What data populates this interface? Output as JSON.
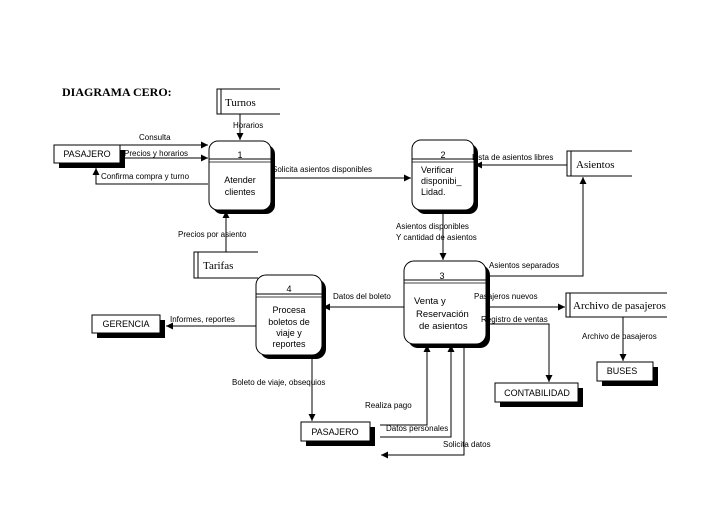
{
  "title": "DIAGRAMA CERO:",
  "processes": {
    "p1": {
      "number": "1",
      "label": [
        "Atender",
        "clientes"
      ]
    },
    "p2": {
      "number": "2",
      "label": [
        "Verificar",
        "disponibi_",
        "Lidad."
      ]
    },
    "p3": {
      "number": "3",
      "label": [
        "Venta y",
        "Reservación",
        "de asientos"
      ]
    },
    "p4": {
      "number": "4",
      "label": [
        "Procesa",
        "boletos de",
        "viaje y",
        "reportes"
      ]
    }
  },
  "entities": {
    "pasajero_top": "PASAJERO",
    "gerencia": "GERENCIA",
    "contabilidad": "CONTABILIDAD",
    "buses": "BUSES",
    "pasajero_bottom": "PASAJERO"
  },
  "stores": {
    "turnos": "Turnos",
    "tarifas": "Tarifas",
    "asientos": "Asientos",
    "archivo": "Archivo de pasajeros"
  },
  "flows": {
    "horarios": "Horarios",
    "consulta": "Consulta",
    "precios_horarios": "Precios y horarios",
    "confirma": "Confirma compra y turno",
    "solicita_asientos": "Solicita asientos disponibles",
    "lista_asientos": "Lista de asientos libres",
    "precios_asiento": "Precios por asiento",
    "asientos_disp_1": "Asientos disponibles",
    "asientos_disp_2": "Y cantidad de asientos",
    "asientos_separados": "Asientos separados",
    "datos_boleto": "Datos del boleto",
    "pasajeros_nuevos": "Pasajeros nuevos",
    "informes": "Informes, reportes",
    "registro_ventas": "Registro de ventas",
    "archivo_pasajeros": "Archivo de pasajeros",
    "boleto_viaje": "Boleto de viaje, obsequios",
    "realiza_pago": "Realiza pago",
    "datos_personales": "Datos personales",
    "solicita_datos": "Solicita datos"
  }
}
